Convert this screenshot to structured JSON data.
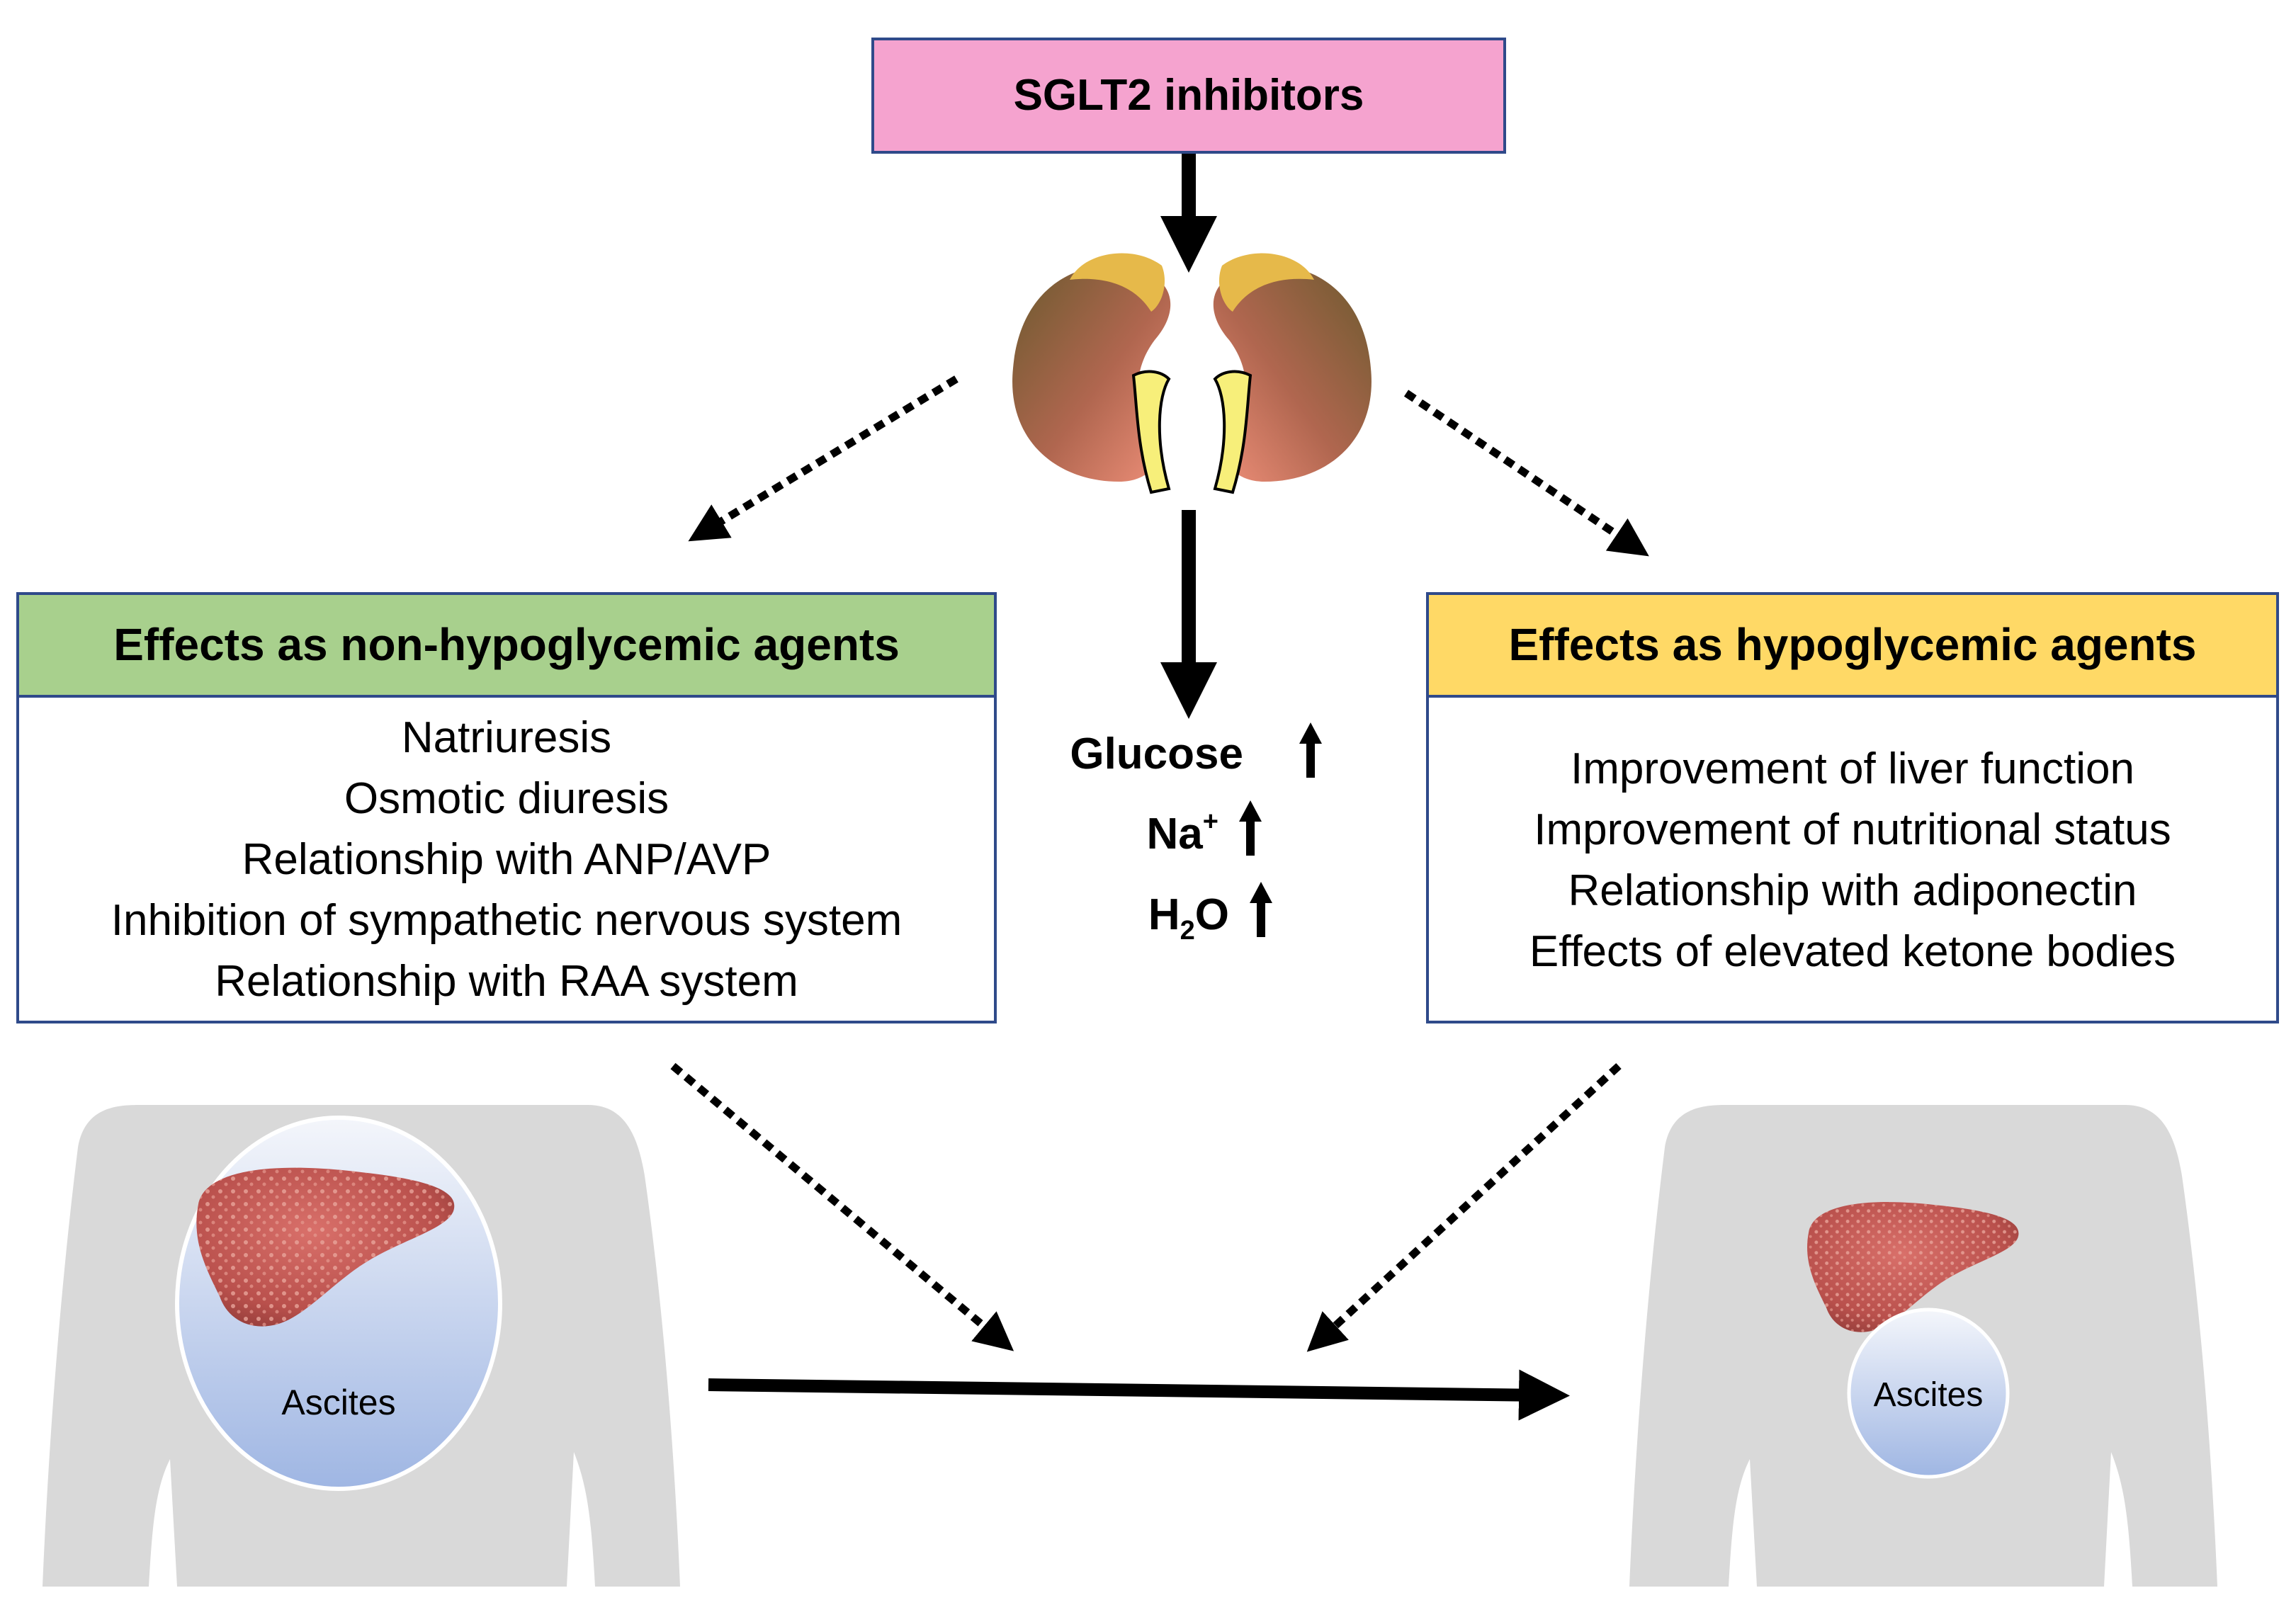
{
  "top_box": {
    "label": "SGLT2 inhibitors",
    "fill": "#f5a3cf",
    "stroke": "#2f4a8a"
  },
  "left_panel": {
    "title": "Effects as non-hypoglycemic agents",
    "header_fill": "#a8d08d",
    "items": [
      "Natriuresis",
      "Osmotic diuresis",
      "Relationship with ANP/AVP",
      "Inhibition of sympathetic nervous system",
      "Relationship with RAA system"
    ]
  },
  "right_panel": {
    "title": "Effects as hypoglycemic agents",
    "header_fill": "#ffd966",
    "items": [
      "Improvement of liver function",
      "Improvement of nutritional status",
      "Relationship with adiponectin",
      "Effects of elevated ketone bodies"
    ]
  },
  "excretion": {
    "glucose": "Glucose",
    "na_base": "Na",
    "na_sup": "+",
    "h2o_h": "H",
    "h2o_sub": "2",
    "h2o_o": "O"
  },
  "left_body": {
    "ascites_label": "Ascites"
  },
  "right_body": {
    "ascites_label": "Ascites"
  },
  "icons": [
    "kidney-icon",
    "liver-icon",
    "body-silhouette-icon",
    "up-arrow-icon"
  ],
  "colors": {
    "panel_border": "#2f4a8a",
    "body_gray": "#d9d9d9",
    "ascites_blue": "#a7bde6"
  }
}
